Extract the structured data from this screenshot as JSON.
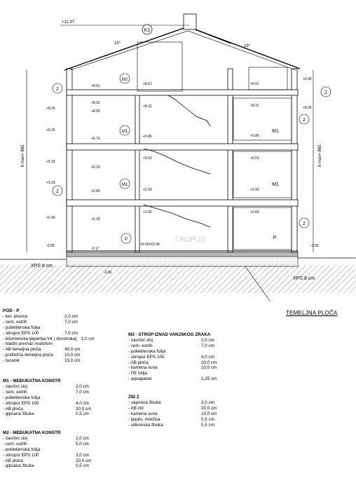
{
  "drawing": {
    "ridge_label": "K1",
    "top_elev": "+11.97",
    "roof_slope_left": "19°",
    "roof_slope_right": "19°",
    "height_left": "h max= 865",
    "height_right": "h max= 865",
    "xps_left": "XPS 8 cm",
    "xps_right": "XPS 8 cm",
    "watermark": "CROPUS",
    "floor_tags": {
      "m2": "M2",
      "m1a": "M1",
      "m1b": "M1",
      "m1c": "M1",
      "m1d": "M1",
      "p_left": "P",
      "p_right": "P",
      "z1": "Z",
      "z2": "Z",
      "z3": "Z",
      "z4": "Z",
      "z5": "Z"
    },
    "elevations": {
      "l_826": "+8.26",
      "l_596": "+6.26",
      "l_533": "+5.33",
      "l_333": "+3.33",
      "l_240": "+2.40",
      "l_005": "-0.05",
      "c_851": "+8.51",
      "c_831": "+8.31",
      "c_806": "+8.06",
      "c_573": "+5.73",
      "c_519": "+5.19",
      "c_280": "+2.80",
      "c_229": "+2.29",
      "c_017": "-0.17",
      "s_861": "+8.61",
      "s_831": "+8.31",
      "s_586": "+5.86",
      "s_553": "+5.53",
      "s_293": "+2.93",
      "s_260": "+2.60",
      "s_000": "±0.00=15.95",
      "r_861": "+8.61",
      "r_831": "+8.31",
      "r_586": "+5.86",
      "r_553": "+5.53",
      "r_293": "+2.93",
      "r_260": "+2.60",
      "rr_696": "+6.96",
      "rr_826": "+8.26",
      "rr_003": "-0.03",
      "bot_082": "-0.82"
    }
  },
  "foundation_label": "TEMELJNA PLOČA",
  "specs": {
    "pod": {
      "title": "POD - P",
      "items": [
        {
          "name": "- ker. plocice",
          "value": "2,0 cm"
        },
        {
          "name": "- cem. estrih",
          "value": "7,0 cm"
        },
        {
          "name": "- polietilenska folija",
          "value": ""
        },
        {
          "name": "- stiropor EPS 100",
          "value": "7,0 cm"
        },
        {
          "name": "- bitumenska ljepenka V4  ( dvostruka)",
          "value": "1,0 cm"
        },
        {
          "name": "- hladni premaz resitolom",
          "value": ""
        },
        {
          "name": "- AB temeljna ploča",
          "value": "45,0 cm"
        },
        {
          "name": "- podložna temeljna ploča",
          "value": "10,0 cm"
        },
        {
          "name": "- tucanik",
          "value": "15,0 cm"
        }
      ]
    },
    "m1": {
      "title": "M1 - MEĐUKATNA KONSTR",
      "items": [
        {
          "name": "- završni sloj",
          "value": "2,0 cm"
        },
        {
          "name": "- cem. estrih",
          "value": "7,0 cm"
        },
        {
          "name": "- polietilenska folija",
          "value": ""
        },
        {
          "name": "- stiropor EPS 100",
          "value": "4,0 cm"
        },
        {
          "name": "- AB ploča",
          "value": "20,0 cm"
        },
        {
          "name": "- gipsana žbuka",
          "value": "0,5 cm"
        }
      ]
    },
    "m2": {
      "title": "M2 - MEĐUKATNA KONSTR",
      "items": [
        {
          "name": "- završni sloj",
          "value": "2,0 cm"
        },
        {
          "name": "- cem. estrih",
          "value": "5,0 cm"
        },
        {
          "name": "- polietilenska folija",
          "value": ""
        },
        {
          "name": "- stiropor EPS 100",
          "value": "3,0 cm"
        },
        {
          "name": "- AB ploča",
          "value": "20,0 cm"
        },
        {
          "name": "- gipsana žbuka",
          "value": "0,5 cm"
        }
      ]
    },
    "m3": {
      "title": "M3 - STROP IZNAD VANJSKOG ZRAKA",
      "items": [
        {
          "name": "- završni sloj",
          "value": "2,0 cm"
        },
        {
          "name": "- cem. estrih",
          "value": "7,0 cm"
        },
        {
          "name": "- polietilenska folija",
          "value": ""
        },
        {
          "name": "- stiropor EPS 100",
          "value": "4,0 cm"
        },
        {
          "name": "- AB ploča",
          "value": "20,0 cm"
        },
        {
          "name": "- kamena vuna",
          "value": "10,0 cm"
        },
        {
          "name": "- PE folija",
          "value": ""
        },
        {
          "name": "- aquapanel",
          "value": "1,25 cm"
        }
      ]
    },
    "zid": {
      "title": "ZID Z",
      "items": [
        {
          "name": "- vapnena žbuka",
          "value": "2,0 cm"
        },
        {
          "name": "- AB zid",
          "value": "20,0 cm"
        },
        {
          "name": "- kamena vuna",
          "value": "10,0 cm"
        },
        {
          "name": "- ljepilo, mrežica",
          "value": "0,5 cm"
        },
        {
          "name": "- silikonska žbuka",
          "value": "0,5 cm"
        }
      ]
    }
  }
}
